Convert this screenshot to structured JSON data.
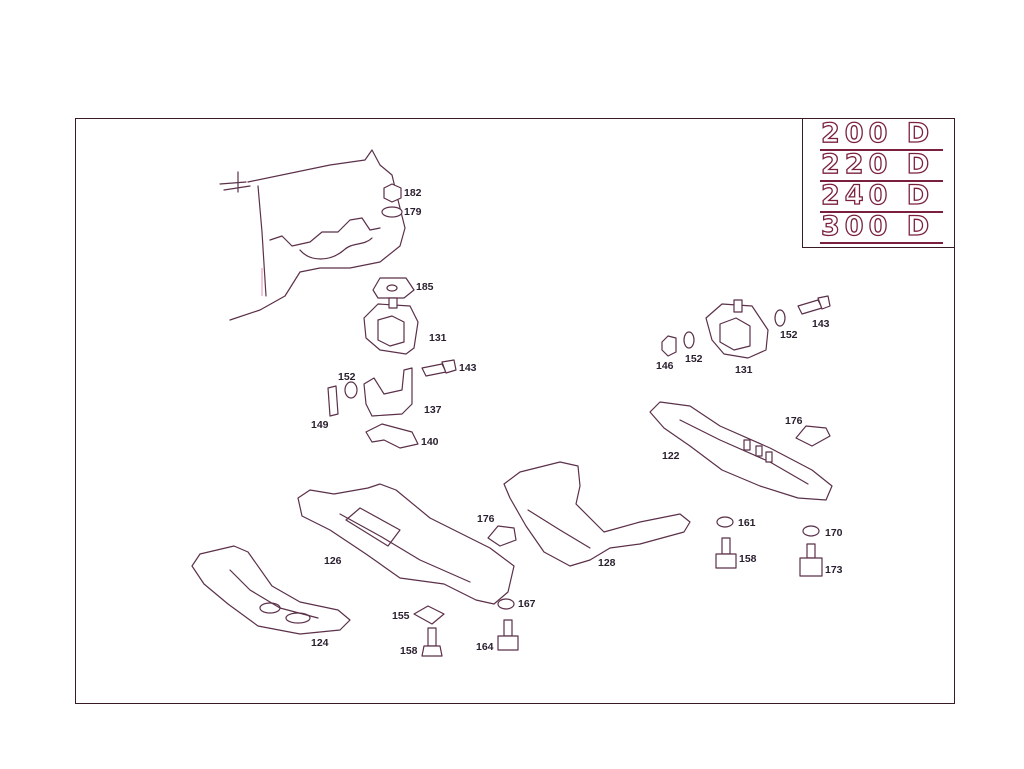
{
  "models": [
    "200 D",
    "220 D",
    "240 D",
    "300 D"
  ],
  "callouts": [
    {
      "id": "c182",
      "text": "182"
    },
    {
      "id": "c179",
      "text": "179"
    },
    {
      "id": "c185",
      "text": "185"
    },
    {
      "id": "c131a",
      "text": "131"
    },
    {
      "id": "c143a",
      "text": "143"
    },
    {
      "id": "c152a",
      "text": "152"
    },
    {
      "id": "c149",
      "text": "149"
    },
    {
      "id": "c137",
      "text": "137"
    },
    {
      "id": "c140",
      "text": "140"
    },
    {
      "id": "c146",
      "text": "146"
    },
    {
      "id": "c152b",
      "text": "152"
    },
    {
      "id": "c131b",
      "text": "131"
    },
    {
      "id": "c152c",
      "text": "152"
    },
    {
      "id": "c143b",
      "text": "143"
    },
    {
      "id": "c176a",
      "text": "176"
    },
    {
      "id": "c122",
      "text": "122"
    },
    {
      "id": "c176b",
      "text": "176"
    },
    {
      "id": "c126",
      "text": "126"
    },
    {
      "id": "c128",
      "text": "128"
    },
    {
      "id": "c161",
      "text": "161"
    },
    {
      "id": "c170",
      "text": "170"
    },
    {
      "id": "c158a",
      "text": "158"
    },
    {
      "id": "c173",
      "text": "173"
    },
    {
      "id": "c167",
      "text": "167"
    },
    {
      "id": "c155",
      "text": "155"
    },
    {
      "id": "c124",
      "text": "124"
    },
    {
      "id": "c158b",
      "text": "158"
    },
    {
      "id": "c164",
      "text": "164"
    }
  ]
}
